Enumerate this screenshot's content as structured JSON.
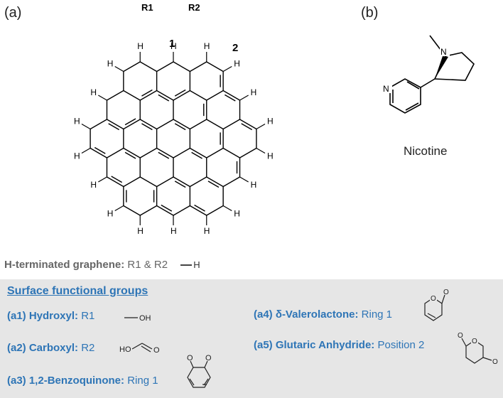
{
  "panel_a": {
    "label": "(a)",
    "r1": "R1",
    "r2": "R2",
    "ring1": "1",
    "ring2": "2",
    "h_atom": "H"
  },
  "panel_b": {
    "label": "(b)",
    "n_atom": "N",
    "caption": "Nicotine"
  },
  "h_terminated": {
    "label": "H-terminated graphene:",
    "value": "R1 & R2",
    "group_text": "H"
  },
  "surface_groups": {
    "title": "Surface functional groups",
    "items": [
      {
        "id": "(a1) Hydroxyl:",
        "target": "R1",
        "structure_label": "OH"
      },
      {
        "id": "(a2) Carboxyl:",
        "target": "R2",
        "structure_left": "HO",
        "structure_right": "O"
      },
      {
        "id": "(a3) 1,2-Benzoquinone:",
        "target": "Ring 1"
      },
      {
        "id": "(a4) δ-Valerolactone:",
        "target": "Ring 1"
      },
      {
        "id": "(a5) Glutaric Anhydride:",
        "target": "Position 2"
      }
    ],
    "oxygen": "O"
  },
  "colors": {
    "accent": "#2e75b6",
    "box_background": "#e6e6e6",
    "h_terminated_text": "#666666"
  }
}
